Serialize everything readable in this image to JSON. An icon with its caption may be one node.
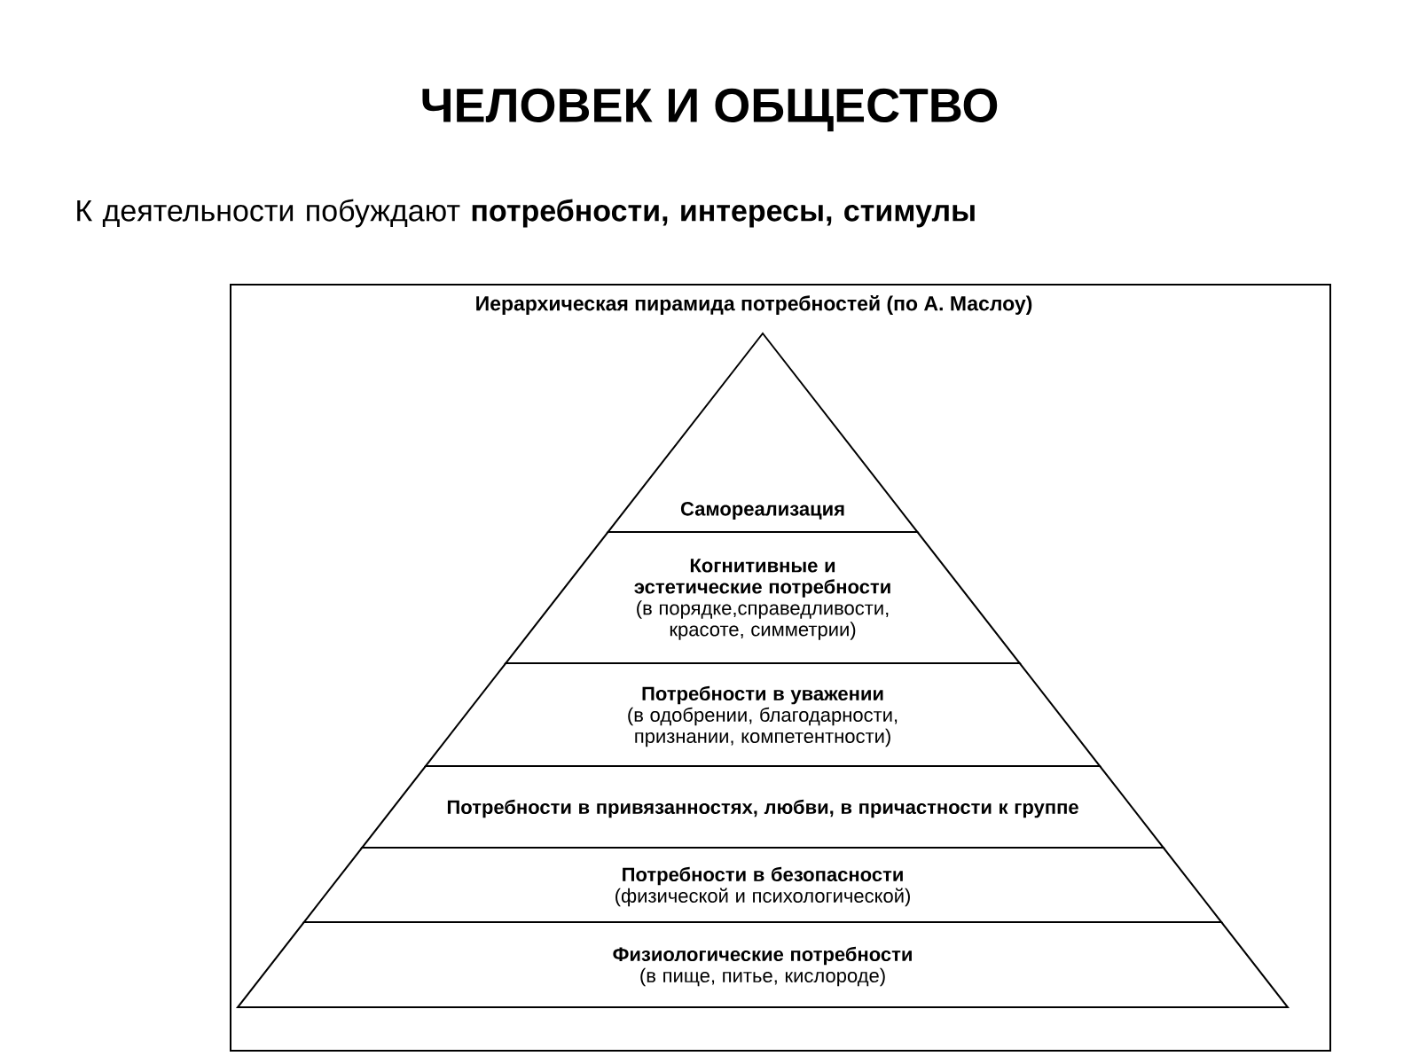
{
  "diagram": {
    "title": "ЧЕЛОВЕК И ОБЩЕСТВО",
    "nodes": [
      {
        "text": [
          "Иерархическая пирамида потребностей (по А. Маслоу)"
        ]
      },
      {
        "text": [
          "Самореализация"
        ],
        "in": 0
      },
      {
        "text": [
          "Когнитивные и эстетические потребности",
          "(в порядке,справедливости, красоте, симметрии)"
        ],
        "in": 0
      },
      {
        "text": [
          "Потребности в уважении",
          "(в одобрении, благодарности, признании, компетентности)"
        ],
        "in": 0
      },
      {
        "text": [
          "Потребности в привязанностях, любви, в причастности к группе"
        ],
        "in": 0
      },
      {
        "text": [
          "Потребности в безопасности",
          "(физической и психологической)"
        ],
        "in": 0
      },
      {
        "text": [
          "Физиологические потребности",
          "(в пище, питье, кислороде)"
        ],
        "in": 0
      }
    ],
    "edges": [],
    "labels": [
      "К деятельности побуждают **потребности, интересы, стимулы**"
    ]
  }
}
